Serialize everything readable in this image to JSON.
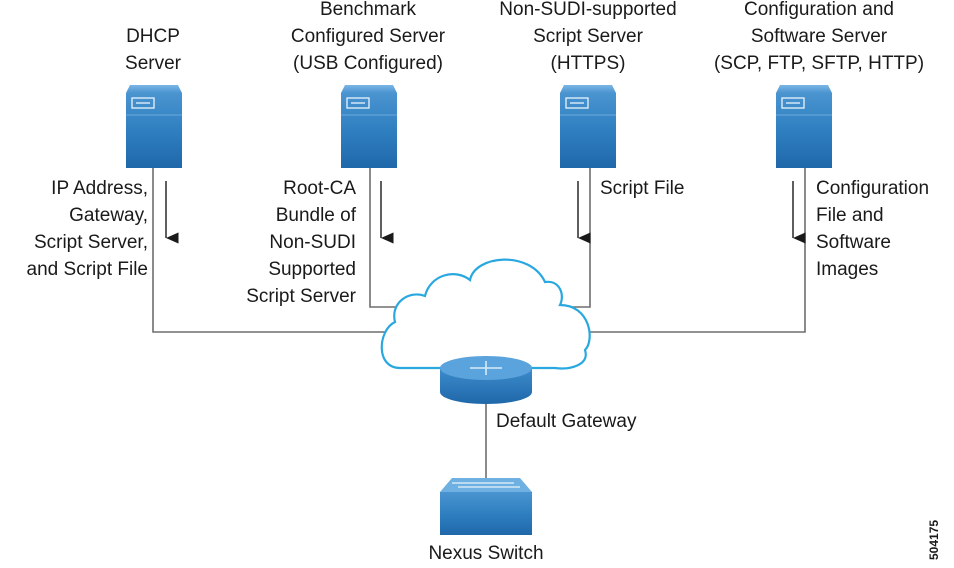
{
  "servers": [
    {
      "name": "DHCP Server",
      "title_lines": [
        "DHCP",
        "Server"
      ],
      "flow_lines": [
        "IP Address,",
        "Gateway,",
        "Script Server,",
        "and Script File"
      ]
    },
    {
      "name": "Benchmark Configured Server",
      "title_lines": [
        "Benchmark",
        "Configured Server",
        "(USB Configured)"
      ],
      "flow_lines": [
        "Root-CA",
        "Bundle of",
        "Non-SUDI",
        "Supported",
        "Script Server"
      ]
    },
    {
      "name": "Non-SUDI-supported Script Server",
      "title_lines": [
        "Non-SUDI-supported",
        "Script Server",
        "(HTTPS)"
      ],
      "flow_lines": [
        "Script File"
      ]
    },
    {
      "name": "Configuration and Software Server",
      "title_lines": [
        "Configuration and",
        "Software Server",
        "(SCP, FTP, SFTP, HTTP)"
      ],
      "flow_lines": [
        "Configuration",
        "File and",
        "Software",
        "Images"
      ]
    }
  ],
  "network": {
    "cloud_label": "",
    "router_label": "Default Gateway"
  },
  "switch": {
    "label": "Nexus Switch"
  },
  "figure_id": "504175",
  "colors": {
    "server_blue": "#2f7fc0",
    "cloud_outline": "#29a8e0",
    "line_gray": "#6e6e6e"
  }
}
